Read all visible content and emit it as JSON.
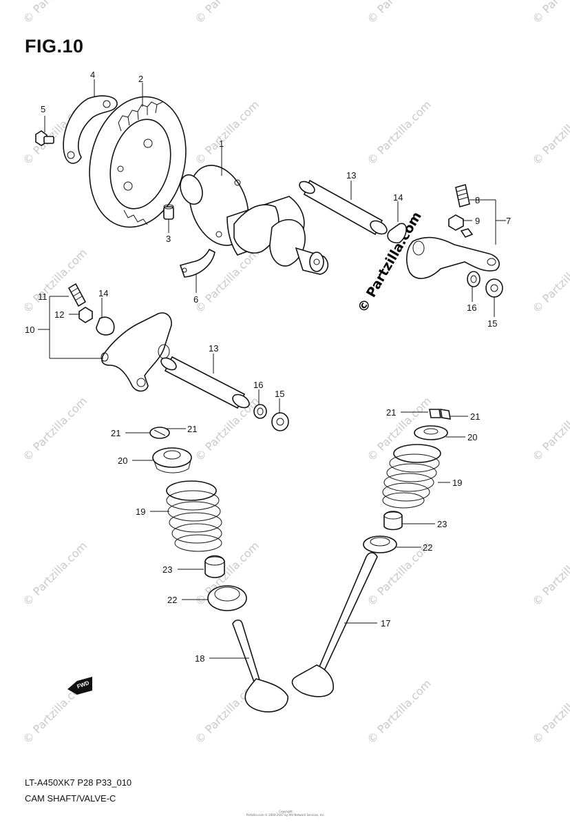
{
  "figure": {
    "title": "FIG.10"
  },
  "footer": {
    "model_code": "LT-A450XK7 P28 P33_010",
    "section_name": "CAM SHAFT/VALVE-C"
  },
  "copyright": {
    "line1": "Copyright",
    "line2": "Partzilla.com © 2004-2017 by ARI Network Services, Inc."
  },
  "watermark": {
    "text": "© Partzilla.com",
    "prominent_text": "© Partzilla.com"
  },
  "fwd_badge": {
    "label": "FWD"
  },
  "callouts": {
    "c1": "1",
    "c2": "2",
    "c3": "3",
    "c4": "4",
    "c5": "5",
    "c6": "6",
    "c7": "7",
    "c8": "8",
    "c9": "9",
    "c10": "10",
    "c11": "11",
    "c12": "12",
    "c13a": "13",
    "c13b": "13",
    "c14a": "14",
    "c14b": "14",
    "c15a": "15",
    "c15b": "15",
    "c16a": "16",
    "c16b": "16",
    "c17": "17",
    "c18": "18",
    "c19a": "19",
    "c19b": "19",
    "c20a": "20",
    "c20b": "20",
    "c21a": "21",
    "c21b": "21",
    "c21c": "21",
    "c21d": "21",
    "c22a": "22",
    "c22b": "22",
    "c23a": "23",
    "c23b": "23"
  }
}
